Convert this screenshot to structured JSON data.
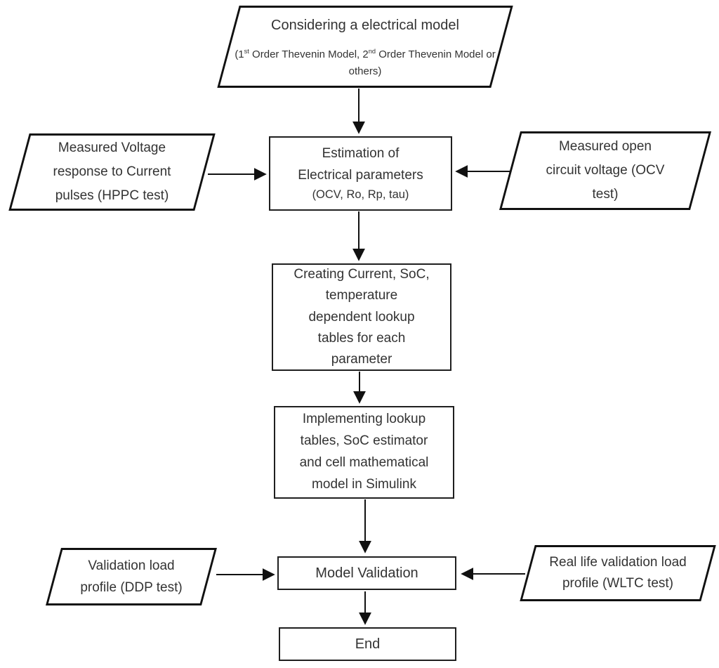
{
  "colors": {
    "stroke": "#1f1f1f",
    "text": "#333333",
    "background": "#ffffff"
  },
  "nodes": {
    "considering": {
      "line1": "Considering a electrical model",
      "sub_p1": "(1",
      "sub_sup1": "st",
      "sub_p2": " Order Thevenin Model, 2",
      "sub_sup2": "nd",
      "sub_p3": " Order Thevenin Model or others)"
    },
    "hppc": {
      "lines": [
        "Measured Voltage",
        "response to Current",
        "pulses (HPPC test)"
      ]
    },
    "estimation": {
      "line1": "Estimation of",
      "line2": "Electrical parameters",
      "line3": "(OCV, Ro, Rp, tau)"
    },
    "ocv": {
      "lines": [
        "Measured open",
        "circuit voltage (OCV",
        "test)"
      ]
    },
    "lookup": {
      "lines": [
        "Creating Current, SoC,",
        "temperature",
        "dependent lookup",
        "tables for each",
        "parameter"
      ]
    },
    "simulink": {
      "lines": [
        "Implementing lookup",
        "tables, SoC estimator",
        "and cell mathematical",
        "model in Simulink"
      ]
    },
    "ddp": {
      "lines": [
        "Validation load",
        "profile (DDP test)"
      ]
    },
    "validation": {
      "label": "Model Validation"
    },
    "wltc": {
      "lines": [
        "Real life validation load",
        "profile (WLTC test)"
      ]
    },
    "end": {
      "label": "End"
    }
  }
}
